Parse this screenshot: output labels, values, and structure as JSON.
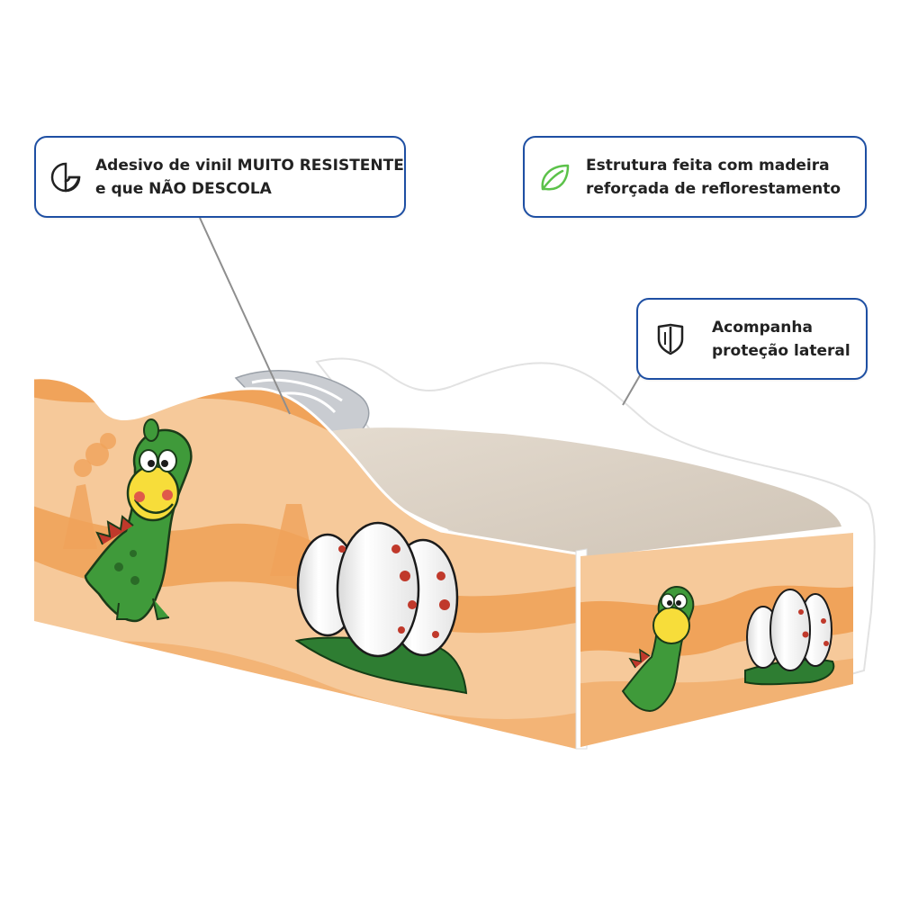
{
  "callouts": {
    "vinyl": {
      "line1": "Adesivo de vinil MUITO RESISTENTE",
      "line2": "e que NÃO DESCOLA",
      "icon": "sticker-icon"
    },
    "wood": {
      "line1": "Estrutura feita com madeira",
      "line2": "reforçada de reflorestamento",
      "icon": "leaf-icon"
    },
    "rail": {
      "line1": "Acompanha",
      "line2": "proteção lateral",
      "icon": "shield-icon"
    }
  },
  "colors": {
    "border_blue": "#1e4fa3",
    "sand_light": "#f6c99a",
    "sand_dark": "#f0a35a",
    "dino_green": "#3f9a3a",
    "grass": "#2e7d32",
    "egg_spot": "#c0392b",
    "leaf_green": "#5cc24a"
  }
}
